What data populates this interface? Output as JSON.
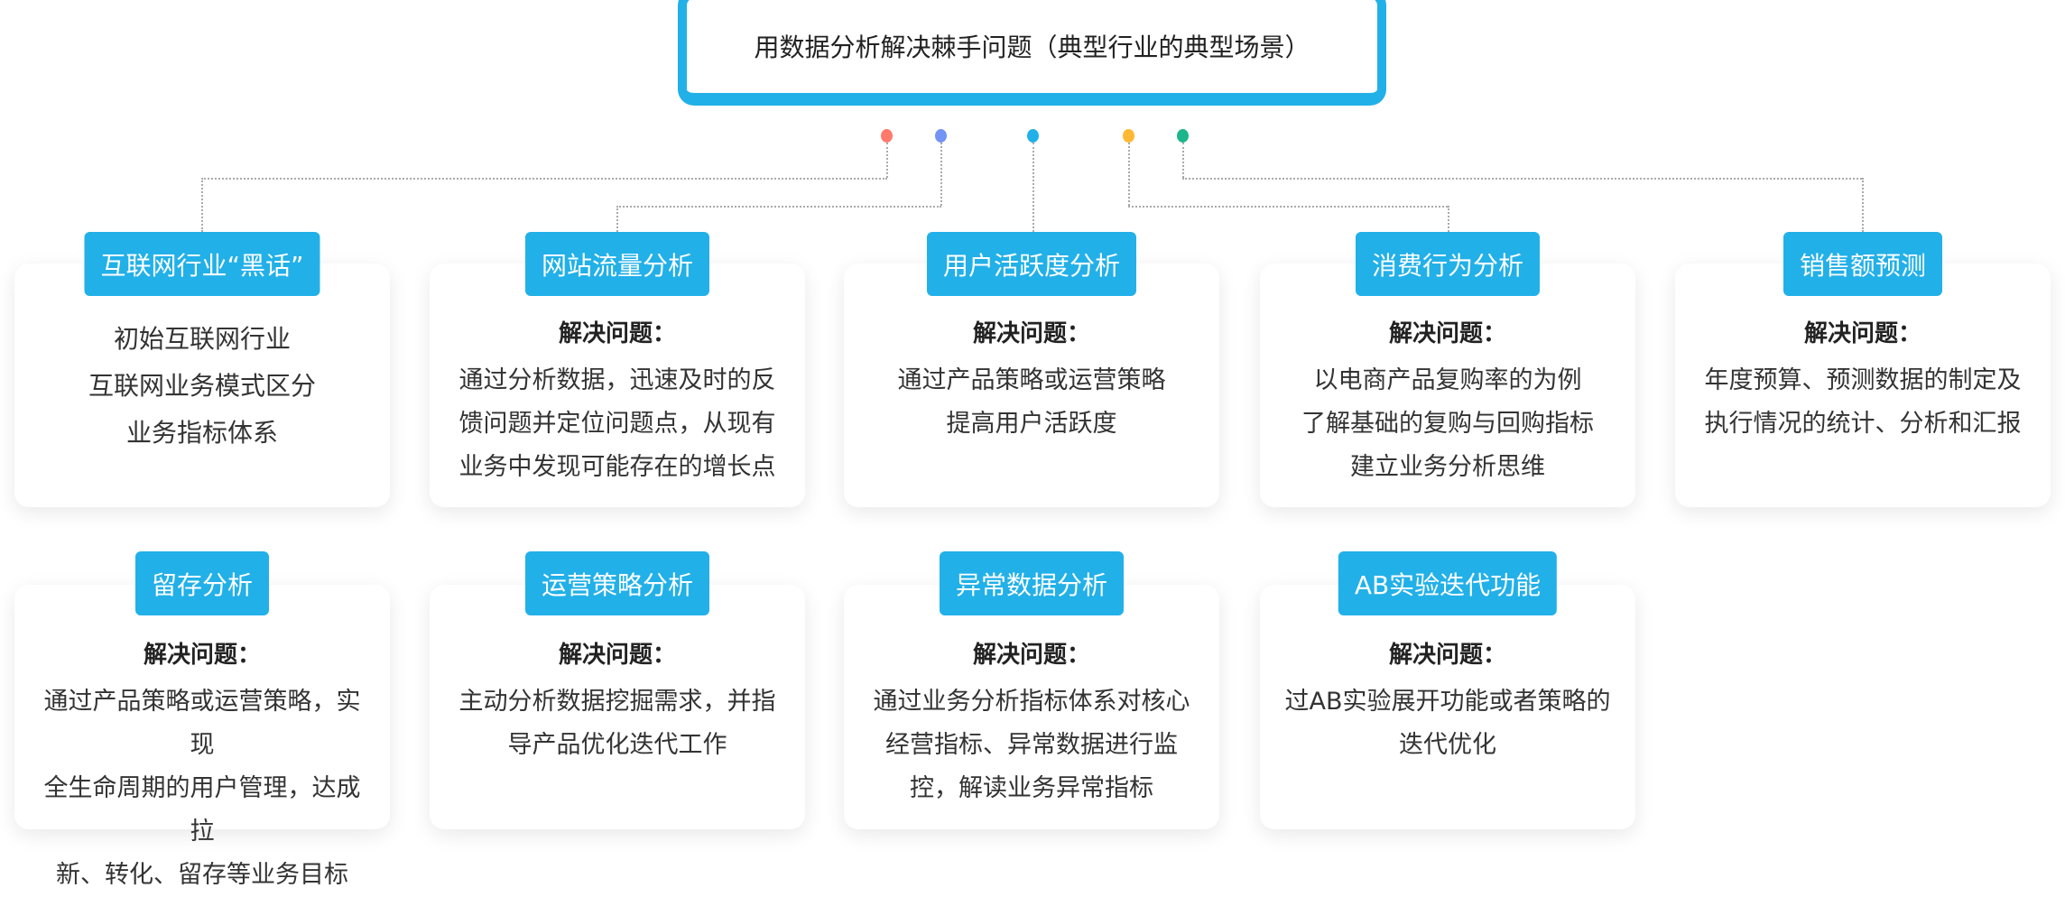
{
  "title": "用数据分析解决棘手问题（典型行业的典型场景）",
  "dot_colors": [
    "#ff7a6b",
    "#7393f5",
    "#22b0e8",
    "#ffb832",
    "#1db58a"
  ],
  "accent": "#22b0e8",
  "solve_heading": "解决问题：",
  "cards": [
    {
      "label": "互联网行业“黑话”",
      "lines": [
        "初始互联网行业",
        "互联网业务模式区分",
        "业务指标体系"
      ]
    },
    {
      "label": "网站流量分析",
      "lines": [
        "通过分析数据，迅速及时的反",
        "馈问题并定位问题点，从现有",
        "业务中发现可能存在的增长点"
      ]
    },
    {
      "label": "用户活跃度分析",
      "lines": [
        "通过产品策略或运营策略",
        "提高用户活跃度"
      ]
    },
    {
      "label": "消费行为分析",
      "lines": [
        "以电商产品复购率的为例",
        "了解基础的复购与回购指标",
        "建立业务分析思维"
      ]
    },
    {
      "label": "销售额预测",
      "lines": [
        "年度预算、预测数据的制定及",
        "执行情况的统计、分析和汇报"
      ]
    },
    {
      "label": "留存分析",
      "lines": [
        "通过产品策略或运营策略，实现",
        "全生命周期的用户管理，达成拉",
        "新、转化、留存等业务目标"
      ]
    },
    {
      "label": "运营策略分析",
      "lines": [
        "主动分析数据挖掘需求，并指",
        "导产品优化迭代工作"
      ]
    },
    {
      "label": "异常数据分析",
      "lines": [
        "通过业务分析指标体系对核心",
        "经营指标、异常数据进行监",
        "控，解读业务异常指标"
      ]
    },
    {
      "label": "AB实验迭代功能",
      "lines": [
        "过AB实验展开功能或者策略的",
        "迭代优化"
      ]
    }
  ]
}
